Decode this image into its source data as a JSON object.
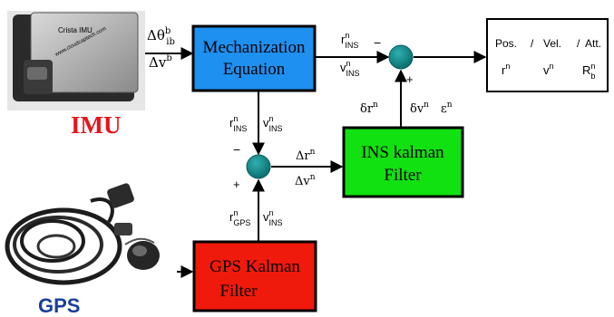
{
  "imu": {
    "label": "IMU",
    "label_color": "#e8141c",
    "device_brand": "Crista IMU",
    "device_url": "www.cloudcaptech.com",
    "outputs": {
      "theta_main": "Δθ",
      "theta_sup": "b",
      "theta_sub": "ib",
      "v_main": "Δv",
      "v_sup": "b"
    }
  },
  "gps": {
    "label": "GPS",
    "label_color": "#1a3f9a"
  },
  "mechanization": {
    "line1": "Mechanization",
    "line2": "Equation",
    "fill": "#1e90f0",
    "out_r": {
      "main": "r",
      "sup": "n",
      "sub": "INS"
    },
    "out_v": {
      "main": "v",
      "sup": "n",
      "sub": "INS"
    },
    "down_r": {
      "main": "r",
      "sup": "n",
      "sub": "INS"
    },
    "down_v": {
      "main": "v",
      "sup": "n",
      "sub": "INS"
    }
  },
  "output_box": {
    "row1": [
      "Pos.",
      "/",
      "Vel.",
      "/",
      "Att."
    ],
    "r": {
      "main": "r",
      "sup": "n"
    },
    "v": {
      "main": "v",
      "sup": "n"
    },
    "R": {
      "main": "R",
      "sup": "n",
      "sub": "b"
    }
  },
  "ins_filter": {
    "line1": "INS kalman",
    "line2": "Filter",
    "fill": "#11e011",
    "in_r": {
      "main": "Δr",
      "sup": "n"
    },
    "in_v": {
      "main": "Δv",
      "sup": "n"
    },
    "corr_r": {
      "main": "δr",
      "sup": "n"
    },
    "corr_v": {
      "main": "δv",
      "sup": "n"
    },
    "corr_e": {
      "main": "ε",
      "sup": "n"
    }
  },
  "gps_filter": {
    "line1": "GPS Kalman",
    "line2": "Filter",
    "fill": "#f01a0c",
    "out_r": {
      "main": "r",
      "sup": "n",
      "sub": "GPS"
    },
    "out_v": {
      "main": "v",
      "sup": "n",
      "sub": "INS"
    }
  },
  "signs": {
    "top_minus": "−",
    "top_plus": "+",
    "low_minus": "−",
    "low_plus": "+"
  },
  "colors": {
    "summing_node": "#0f8585",
    "arrow": "#000000"
  }
}
